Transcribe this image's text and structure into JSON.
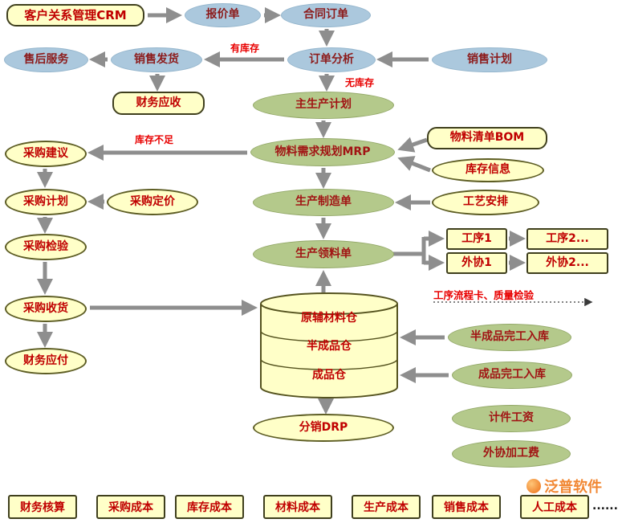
{
  "flow": {
    "crm": "客户关系管理CRM",
    "quote": "报价单",
    "contract": "合同订单",
    "order_analysis": "订单分析",
    "sales_plan": "销售计划",
    "sales_delivery": "销售发货",
    "after_sales": "售后服务",
    "finance_receivable": "财务应收",
    "master_plan": "主生产计划",
    "mrp": "物料需求规划MRP",
    "bom": "物料清单BOM",
    "inventory_info": "库存信息",
    "purchase_suggestion": "采购建议",
    "purchase_plan": "采购计划",
    "purchase_pricing": "采购定价",
    "purchase_inspection": "采购检验",
    "purchase_receipt": "采购收货",
    "finance_payable": "财务应付",
    "production_order": "生产制造单",
    "process_arrangement": "工艺安排",
    "production_picking": "生产领料单",
    "process1": "工序1",
    "process2": "工序2...",
    "outsource1": "外协1",
    "outsource2": "外协2...",
    "semi_finished_in": "半成品完工入库",
    "finished_in": "成品完工入库",
    "piece_wage": "计件工资",
    "outsource_fee": "外协加工费",
    "drp": "分销DRP"
  },
  "warehouse": {
    "levels": [
      "原辅材料仓",
      "半成品仓",
      "成品仓"
    ]
  },
  "annotations": {
    "has_stock": "有库存",
    "no_stock": "无库存",
    "stock_shortage": "库存不足",
    "process_card": "工序流程卡、质量检验"
  },
  "bottom_row": [
    "财务核算",
    "采购成本",
    "库存成本",
    "材料成本",
    "生产成本",
    "销售成本",
    "人工成本"
  ],
  "bottom_ellipsis": "......",
  "watermark": "泛普软件",
  "colors": {
    "blue": "#abc8dd",
    "green": "#b4c98b",
    "yellow": "#ffffc8",
    "red_text": "#c00000",
    "arrow": "#8e8e8e"
  }
}
